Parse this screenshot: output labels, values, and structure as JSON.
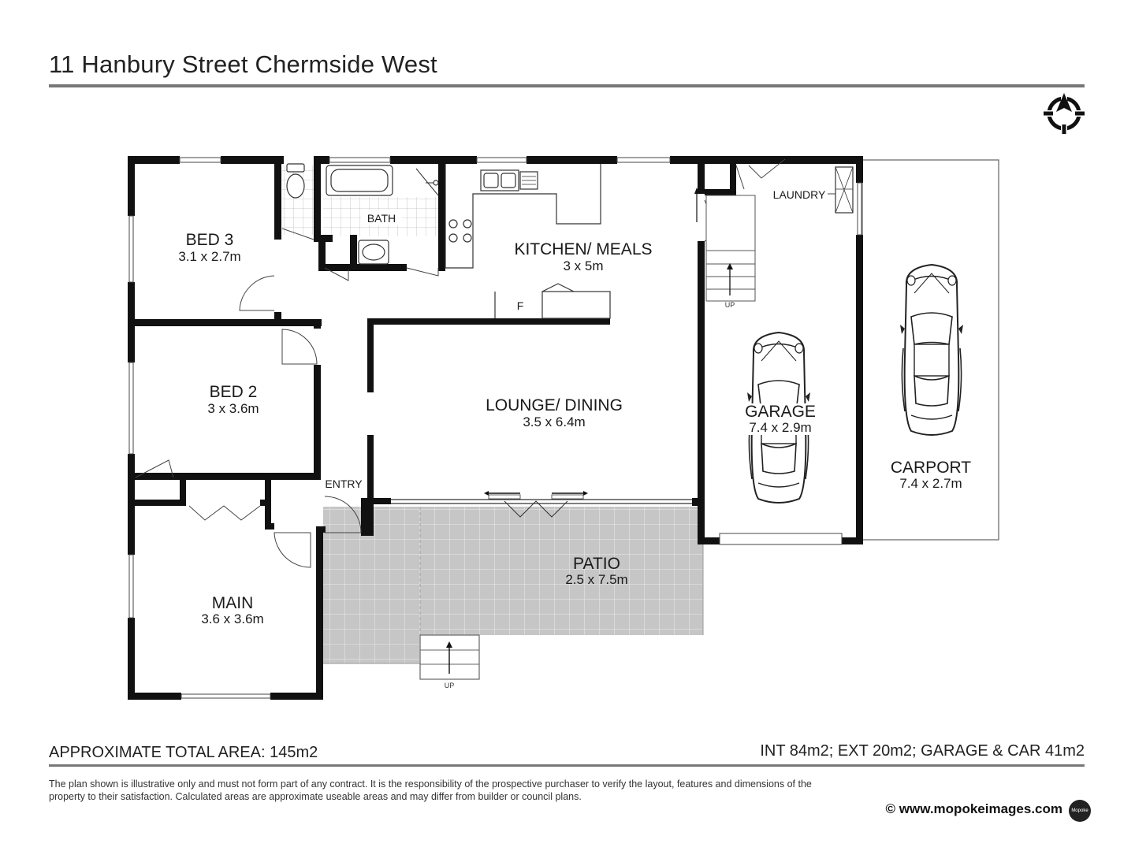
{
  "title": "11 Hanbury Street Chermside West",
  "rooms": {
    "bed3": {
      "name": "BED 3",
      "dim": "3.1 x 2.7m"
    },
    "bath": {
      "name": "BATH"
    },
    "kitchen": {
      "name": "KITCHEN/ MEALS",
      "dim": "3 x 5m"
    },
    "laundry": {
      "name": "LAUNDRY"
    },
    "bed2": {
      "name": "BED 2",
      "dim": "3 x 3.6m"
    },
    "lounge": {
      "name": "LOUNGE/ DINING",
      "dim": "3.5 x 6.4m"
    },
    "garage": {
      "name": "GARAGE",
      "dim": "7.4 x 2.9m"
    },
    "carport": {
      "name": "CARPORT",
      "dim": "7.4 x 2.7m"
    },
    "entry": {
      "name": "ENTRY"
    },
    "patio": {
      "name": "PATIO",
      "dim": "2.5 x 7.5m"
    },
    "main": {
      "name": "MAIN",
      "dim": "3.6 x 3.6m"
    }
  },
  "labels": {
    "fridge": "F",
    "up_stairs_garage": "UP",
    "up_stairs_patio": "UP"
  },
  "footer": {
    "total_area": "APPROXIMATE TOTAL AREA: 145m2",
    "breakdown": "INT 84m2; EXT 20m2; GARAGE & CAR 41m2",
    "disclaimer": "The plan shown is illustrative only and must not form part of any contract. It is the responsibility of the prospective purchaser to verify the layout, features and dimensions of the property to their satisfaction. Calculated areas are approximate useable areas and may differ from builder or council plans.",
    "website": "© www.mopokeimages.com",
    "logo_text": "Mopoke"
  },
  "colors": {
    "wall": "#111111",
    "patio": "#c8c8c8",
    "rule": "#777777"
  }
}
